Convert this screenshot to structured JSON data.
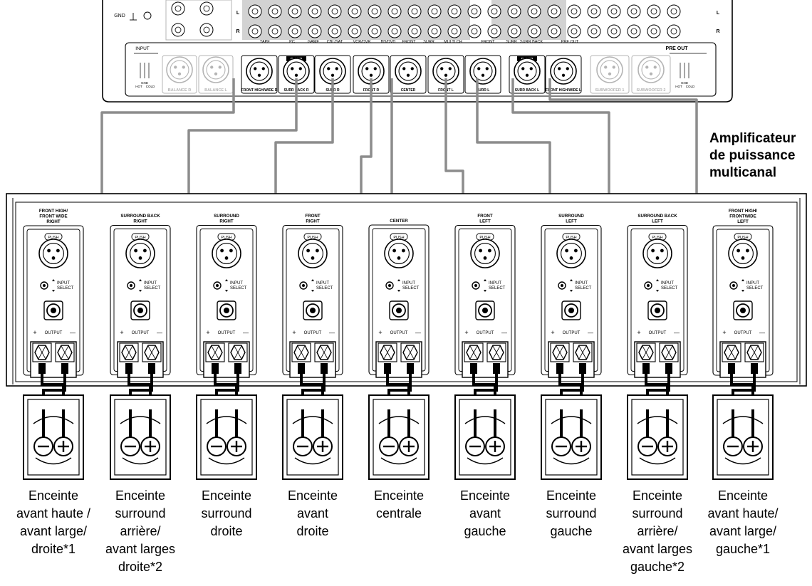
{
  "receiver": {
    "gnd_label": "GND",
    "input_label": "INPUT",
    "preout_label": "PRE OUT",
    "preout_mid": "PRE OUT",
    "section_labels": [
      "TAPE",
      "PC",
      "GAME",
      "CBL/SAT",
      "VCR/DVR",
      "BD/DVD",
      "FRONT",
      "SURR",
      "MULTI CH",
      "FRONT",
      "SURR",
      "SURR BACK",
      "PRE OUT"
    ],
    "lr_marks": [
      "L",
      "R"
    ],
    "balance_jacks": [
      {
        "label": "BALANCE R",
        "dim": true
      },
      {
        "label": "BALANCE L",
        "dim": true
      }
    ],
    "output_jacks": [
      {
        "label": "FRONT HIGH/WIDE R",
        "badge": ""
      },
      {
        "label": "SURR BACK R",
        "badge": "B-AMP"
      },
      {
        "label": "SURR R",
        "badge": ""
      },
      {
        "label": "FRONT R",
        "badge": ""
      },
      {
        "label": "CENTER",
        "badge": ""
      },
      {
        "label": "FRONT L",
        "badge": ""
      },
      {
        "label": "SURR L",
        "badge": ""
      },
      {
        "label": "SURR BACK L",
        "badge": "B-AMP"
      },
      {
        "label": "FRONT HIGH/WIDE L",
        "badge": ""
      }
    ],
    "sub_jacks": [
      {
        "label": "SUBWOOFER 1"
      },
      {
        "label": "SUBWOOFER 2"
      }
    ],
    "pin_labels": [
      "HOT",
      "GND",
      "COLD"
    ]
  },
  "amplifier": {
    "title_lines": [
      "Amplificateur",
      "de puissance",
      "multicanal"
    ],
    "push_label": "PUSH",
    "input_select_lines": [
      "INPUT",
      "SELECT"
    ],
    "output_label": "OUTPUT",
    "plus": "+",
    "minus": "—",
    "channels": [
      {
        "title_lines": [
          "FRONT HIGH/",
          "FRONT WIDE",
          "RIGHT"
        ]
      },
      {
        "title_lines": [
          "SURROUND BACK",
          "RIGHT"
        ]
      },
      {
        "title_lines": [
          "SURROUND",
          "RIGHT"
        ]
      },
      {
        "title_lines": [
          "FRONT",
          "RIGHT"
        ]
      },
      {
        "title_lines": [
          "CENTER"
        ]
      },
      {
        "title_lines": [
          "FRONT",
          "LEFT"
        ]
      },
      {
        "title_lines": [
          "SURROUND",
          "LEFT"
        ]
      },
      {
        "title_lines": [
          "SURROUND BACK",
          "LEFT"
        ]
      },
      {
        "title_lines": [
          "FRONT HIGH/",
          "FRONTWIDE",
          "LEFT"
        ]
      }
    ]
  },
  "speakers": [
    {
      "lines": [
        "Enceinte",
        "avant haute /",
        "avant large/",
        "droite*1"
      ]
    },
    {
      "lines": [
        "Enceinte",
        "surround",
        "arrière/",
        "avant larges",
        "droite*2"
      ]
    },
    {
      "lines": [
        "Enceinte",
        "surround",
        "droite"
      ]
    },
    {
      "lines": [
        "Enceinte",
        "avant",
        "droite"
      ]
    },
    {
      "lines": [
        "Enceinte",
        "centrale"
      ]
    },
    {
      "lines": [
        "Enceinte",
        "avant",
        "gauche"
      ]
    },
    {
      "lines": [
        "Enceinte",
        "surround",
        "gauche"
      ]
    },
    {
      "lines": [
        "Enceinte",
        "surround",
        "arrière/",
        "avant larges",
        "gauche*2"
      ]
    },
    {
      "lines": [
        "Enceinte",
        "avant haute/",
        "avant large/",
        "gauche*1"
      ]
    }
  ],
  "colors": {
    "cable": "#8c8c8c",
    "line": "#000000",
    "panel": "#ffffff",
    "dim": "#b4b4b4",
    "section_fill": "#d2d2d2"
  }
}
